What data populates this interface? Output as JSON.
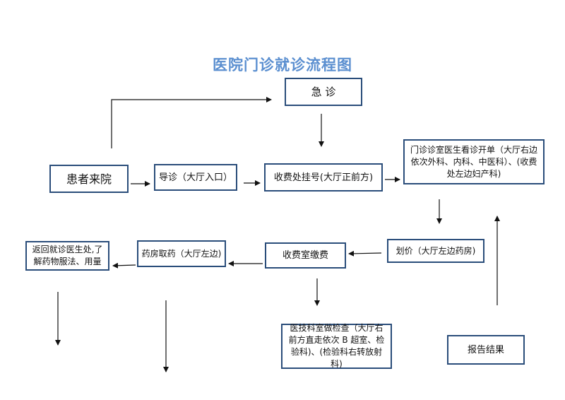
{
  "title": "医院门诊就诊流程图",
  "nodes": {
    "emergency": "急 诊",
    "patient_arrival": "患者来院",
    "triage": "导诊（大厅入口）",
    "registration": "收费处挂号(大厅正前方)",
    "outpatient_doctor": "门诊诊室医生看诊开单（大厅右边依次外科、内科、中医科）、(收费处左边妇产科)",
    "pricing": "划价（大厅左边药房)",
    "payment": "收费室缴费",
    "pharmacy": "药房取药（大厅左边)",
    "return_doctor": "返回就诊医生处,了解药物服法、用量",
    "medical_tech": "医技科室做检查（大厅右前方直走依次 B 超室、检验科)、(检验科右转放射科)",
    "report": "报告结果"
  },
  "colors": {
    "title": "#5b8fd0",
    "border": "#2a4d7a",
    "arrow": "#111111"
  }
}
